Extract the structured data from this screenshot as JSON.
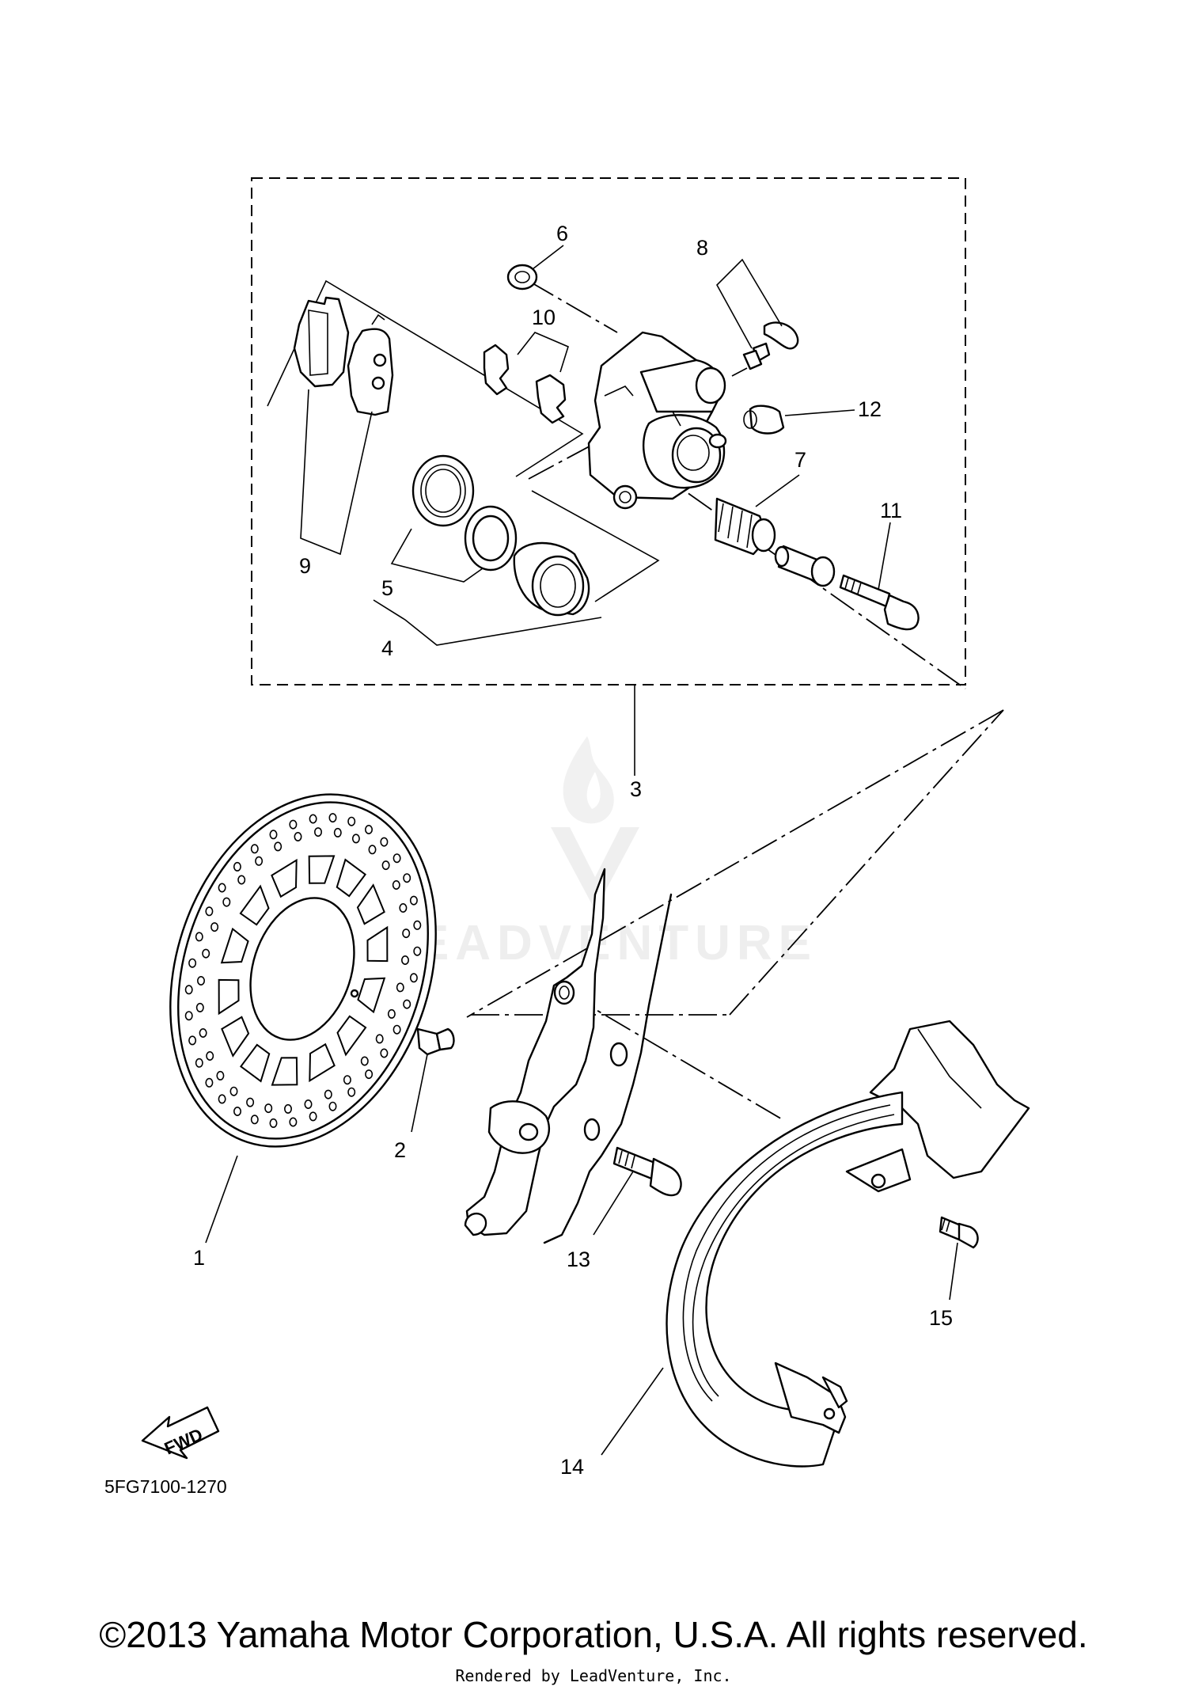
{
  "diagram": {
    "callouts": [
      {
        "id": "1",
        "label": "1"
      },
      {
        "id": "2",
        "label": "2"
      },
      {
        "id": "3",
        "label": "3"
      },
      {
        "id": "4",
        "label": "4"
      },
      {
        "id": "5",
        "label": "5"
      },
      {
        "id": "6",
        "label": "6"
      },
      {
        "id": "7",
        "label": "7"
      },
      {
        "id": "8",
        "label": "8"
      },
      {
        "id": "9",
        "label": "9"
      },
      {
        "id": "10",
        "label": "10"
      },
      {
        "id": "11",
        "label": "11"
      },
      {
        "id": "12",
        "label": "12"
      },
      {
        "id": "13",
        "label": "13"
      },
      {
        "id": "14",
        "label": "14"
      },
      {
        "id": "15",
        "label": "15"
      }
    ],
    "fwd_label": "FWD",
    "part_code": "5FG7100-1270",
    "watermark": "LEADVENTURE"
  },
  "footer": {
    "copyright": "©2013 Yamaha Motor Corporation, U.S.A. All rights reserved.",
    "rendered_by": "Rendered by LeadVenture, Inc."
  }
}
